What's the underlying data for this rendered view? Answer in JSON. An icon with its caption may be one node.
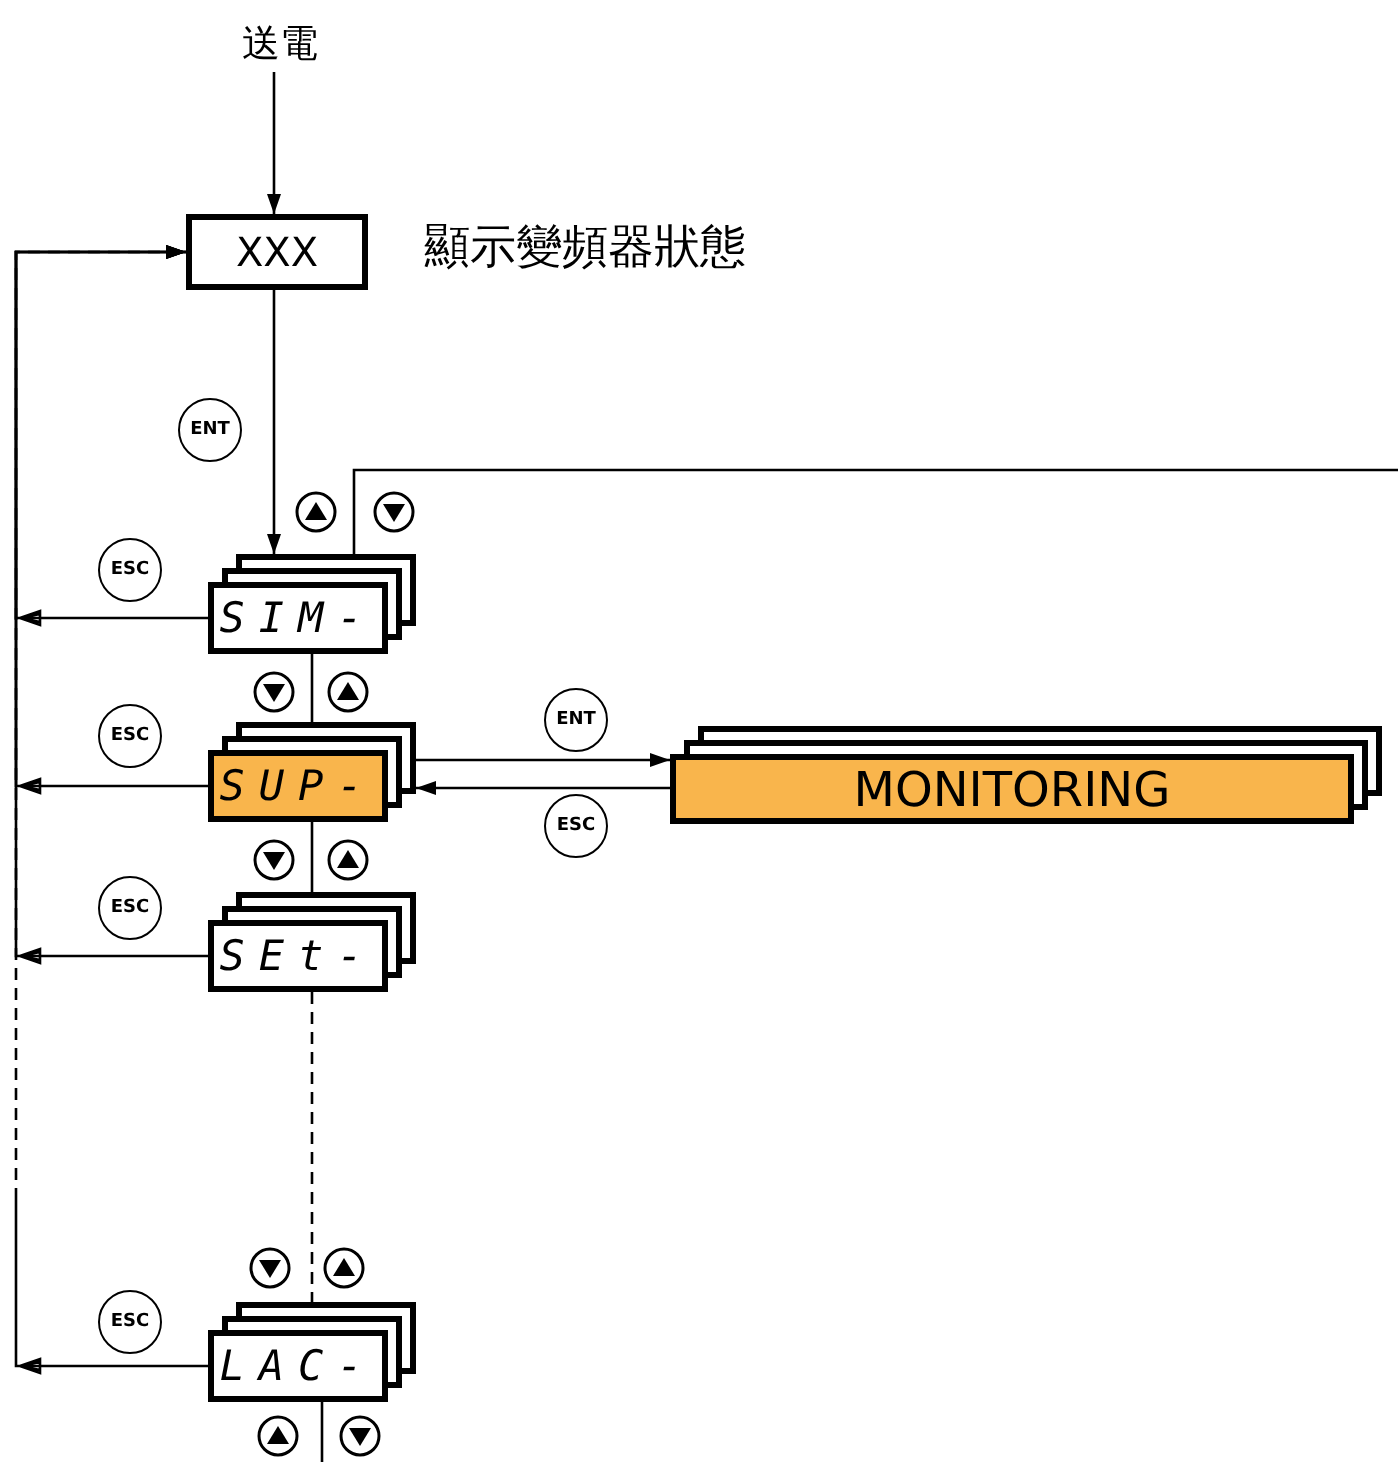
{
  "diagram": {
    "nodes": [
      {
        "text": [
          "送電"
        ]
      },
      {
        "text": [
          "XXX"
        ],
        "beside": [
          "顯示變頻器狀態"
        ]
      },
      {
        "text": [
          "SIM-"
        ]
      },
      {
        "text": [
          "SUP-"
        ]
      },
      {
        "text": [
          "SEt-"
        ]
      },
      {
        "text": [
          "LAC-"
        ]
      },
      {
        "text": [
          "MONITORING"
        ]
      }
    ],
    "edges": [
      {
        "from": 0,
        "to": 1,
        "arrow": "to"
      },
      {
        "from": 1,
        "to": 2,
        "arrow": "to",
        "label": "ENT"
      },
      {
        "from": 2,
        "to": 3,
        "arrow": "none"
      },
      {
        "from": 3,
        "to": 4,
        "arrow": "none"
      },
      {
        "from": 4,
        "to": 5,
        "arrow": "none",
        "style": "dashed"
      },
      {
        "from": 3,
        "to": 6,
        "arrow": "to",
        "label": "ENT"
      },
      {
        "from": 6,
        "to": 3,
        "arrow": "to",
        "label": "ESC"
      },
      {
        "from": 2,
        "to": 1,
        "arrow": "to",
        "label": "ESC"
      },
      {
        "from": 3,
        "to": 1,
        "arrow": "to",
        "label": "ESC"
      },
      {
        "from": 4,
        "to": 1,
        "arrow": "to",
        "label": "ESC"
      },
      {
        "from": 5,
        "to": 1,
        "arrow": "to",
        "label": "ESC",
        "style": "dashed"
      },
      {
        "from": 2,
        "to": null,
        "arrow": "none"
      },
      {
        "from": 5,
        "to": null,
        "arrow": "none"
      }
    ]
  }
}
